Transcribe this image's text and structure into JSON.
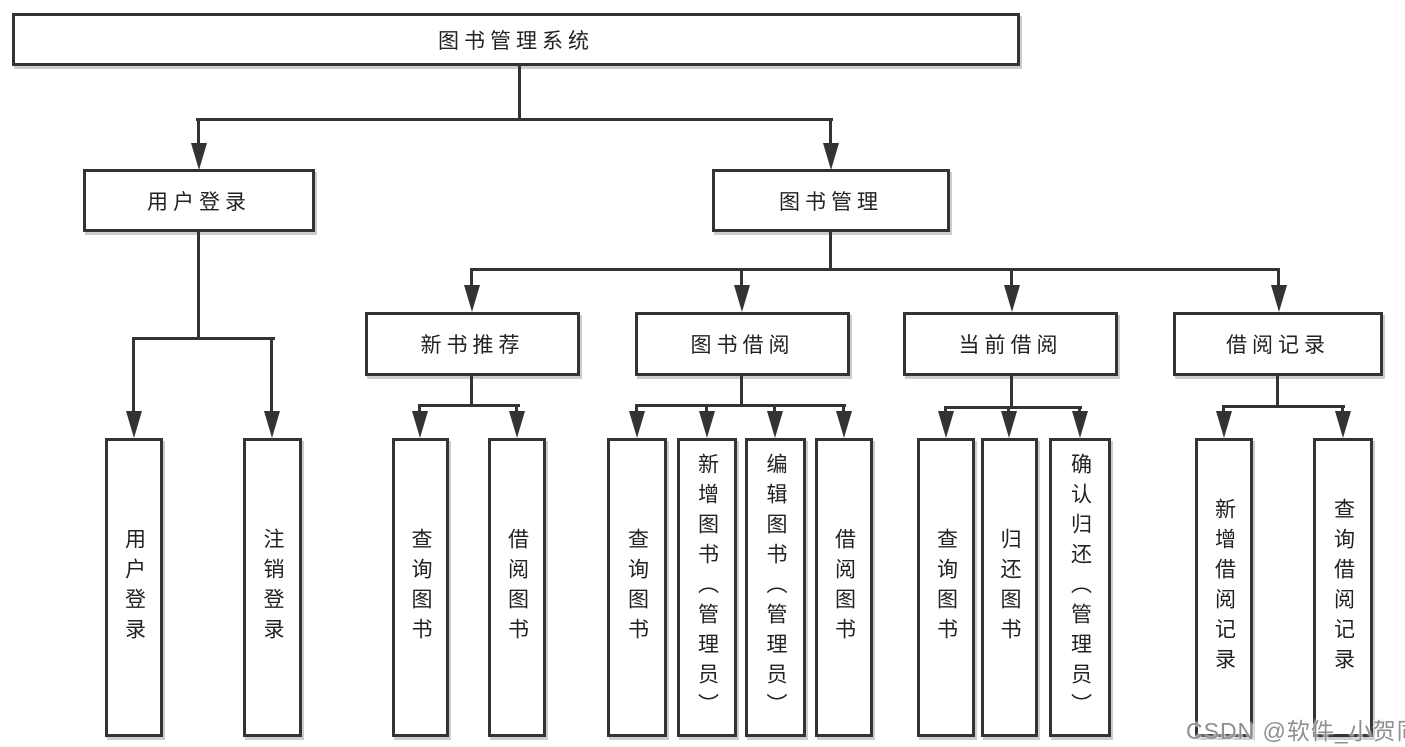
{
  "title": "图书管理系统",
  "level2": {
    "user_login": "用户登录",
    "book_mgmt": "图书管理"
  },
  "level3": {
    "new_books": "新书推荐",
    "book_borrow": "图书借阅",
    "current_borrow": "当前借阅",
    "borrow_records": "借阅记录"
  },
  "leaves": {
    "user_login": [
      "用户登录",
      "注销登录"
    ],
    "new_books": [
      "查询图书",
      "借阅图书"
    ],
    "book_borrow": [
      "查询图书",
      "新增图书（管理员）",
      "编辑图书（管理员）",
      "借阅图书"
    ],
    "current_borrow": [
      "查询图书",
      "归还图书",
      "确认归还（管理员）"
    ],
    "borrow_records": [
      "新增借阅记录",
      "查询借阅记录"
    ]
  },
  "watermark": "CSDN @软件_小贺同学",
  "colors": {
    "line": "#333333",
    "text": "#222222",
    "watermark": "#8f8f8f",
    "background": "#ffffff"
  }
}
